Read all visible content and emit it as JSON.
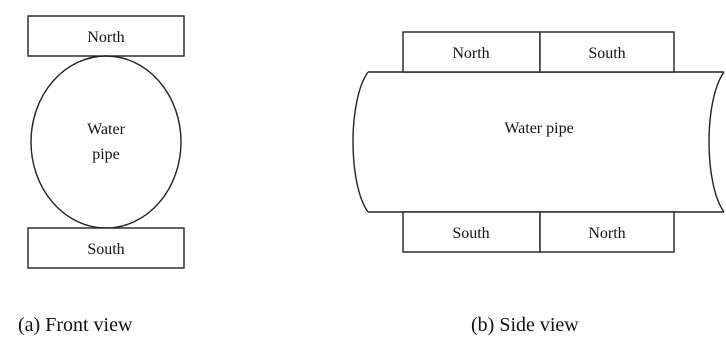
{
  "front_view": {
    "top_magnet": "North",
    "pipe_label_line1": "Water",
    "pipe_label_line2": "pipe",
    "bottom_magnet": "South",
    "caption": "(a) Front view"
  },
  "side_view": {
    "top_magnets": [
      "North",
      "South"
    ],
    "pipe_label": "Water pipe",
    "bottom_magnets": [
      "South",
      "North"
    ],
    "caption": "(b) Side view"
  }
}
